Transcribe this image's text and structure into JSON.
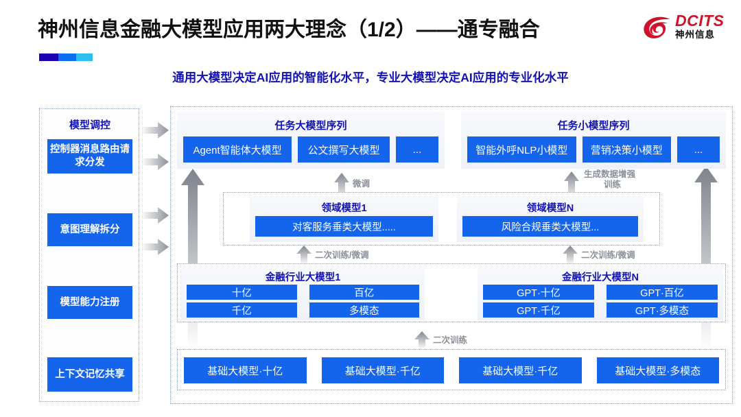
{
  "header": {
    "title": "神州信息金融大模型应用两大理念（1/2）——通专融合",
    "subtitle": "通用大模型决定AI应用的智能化水平，专业大模型决定AI应用的专业化水平",
    "logo": {
      "en": "DCITS",
      "cn": "神州信息"
    },
    "accent_colors": {
      "dark_blue": "#1a00b0",
      "blue": "#0a6ef0",
      "cyan": "#2bbef0",
      "brand_red": "#d0112b",
      "chip_blue": "#1464ec",
      "title_blue": "#1212b5"
    }
  },
  "control_column": {
    "title": "模型调控",
    "items": [
      {
        "label": "控制器消息路由请求分发"
      },
      {
        "label": "意图理解拆分"
      },
      {
        "label": "模型能力注册"
      },
      {
        "label": "上下文记忆共享"
      }
    ]
  },
  "task_sequences": [
    {
      "title": "任务大模型序列",
      "items": [
        "Agent智能体大模型",
        "公文撰写大模型",
        "..."
      ]
    },
    {
      "title": "任务小模型序列",
      "items": [
        "智能外呼NLP小模型",
        "营销决策小模型",
        "..."
      ]
    }
  ],
  "domain_models": [
    {
      "title": "领域模型1",
      "item": "对客服务垂类大模型....."
    },
    {
      "title": "领域模型N",
      "item": "风险合规垂类大模型..."
    }
  ],
  "industry_models": [
    {
      "title": "金融行业大模型1",
      "items": [
        "十亿",
        "百亿",
        "千亿",
        "多模态"
      ]
    },
    {
      "title": "金融行业大模型N",
      "items": [
        "GPT·十亿",
        "GPT·百亿",
        "GPT·千亿",
        "GPT·多模态"
      ]
    }
  ],
  "base_models": {
    "items": [
      "基础大模型·十亿",
      "基础大模型·千亿",
      "基础大模型·千亿",
      "基础大模型·多模态"
    ]
  },
  "arrow_labels": {
    "fine_tune": "微调",
    "data_augment_line1": "生成数据增强",
    "data_augment_line2": "训练",
    "retrain_finetune_left": "二次训练/微调",
    "retrain_finetune_right": "二次训练/微调",
    "retrain": "二次训练"
  }
}
